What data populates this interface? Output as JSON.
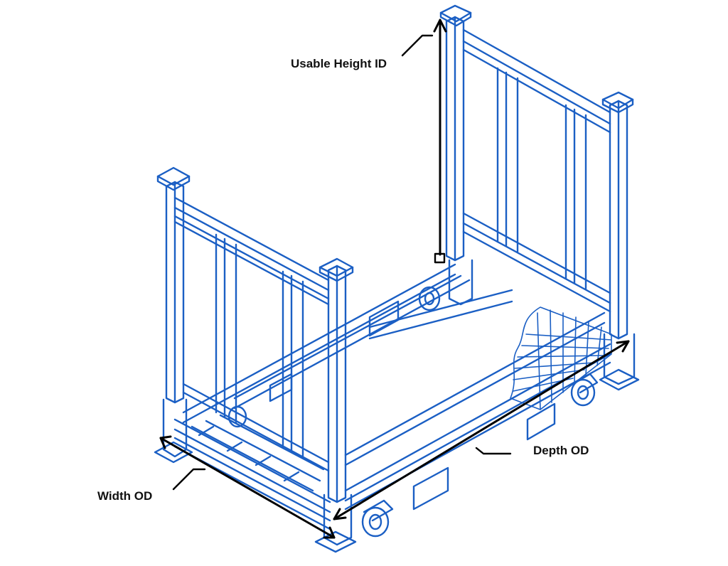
{
  "labels": {
    "usable_height": "Usable Height ID",
    "depth": "Depth OD",
    "width": "Width OD"
  },
  "colors": {
    "frame": "#1b5fc4",
    "frame_light": "#4a86da",
    "dimension": "#000000",
    "background": "#ffffff"
  }
}
